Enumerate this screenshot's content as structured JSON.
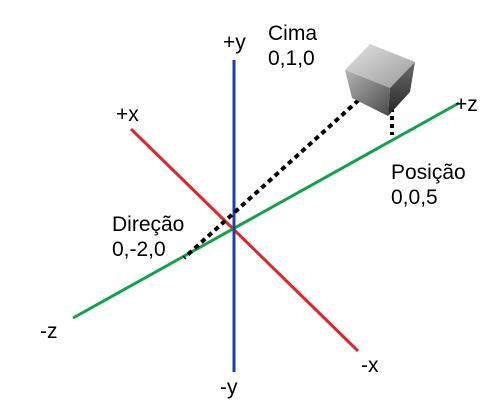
{
  "axes": {
    "y_pos": "+y",
    "y_neg": "-y",
    "x_pos": "+x",
    "x_neg": "-x",
    "z_pos": "+z",
    "z_neg": "-z"
  },
  "camera_up": {
    "title": "Cima",
    "value": "0,1,0"
  },
  "camera_position": {
    "title": "Posição",
    "value": "0,0,5"
  },
  "camera_direction": {
    "title": "Direção",
    "value": "0,-2,0"
  },
  "colors": {
    "y_axis": "#1f3fa8",
    "x_axis": "#e0262b",
    "z_axis": "#12a34a",
    "guide": "#000000",
    "cube_light": "#d4d4d4",
    "cube_mid": "#8a8a8a",
    "cube_dark": "#3a3a3a"
  },
  "icons": {
    "camera": "cube-icon"
  }
}
